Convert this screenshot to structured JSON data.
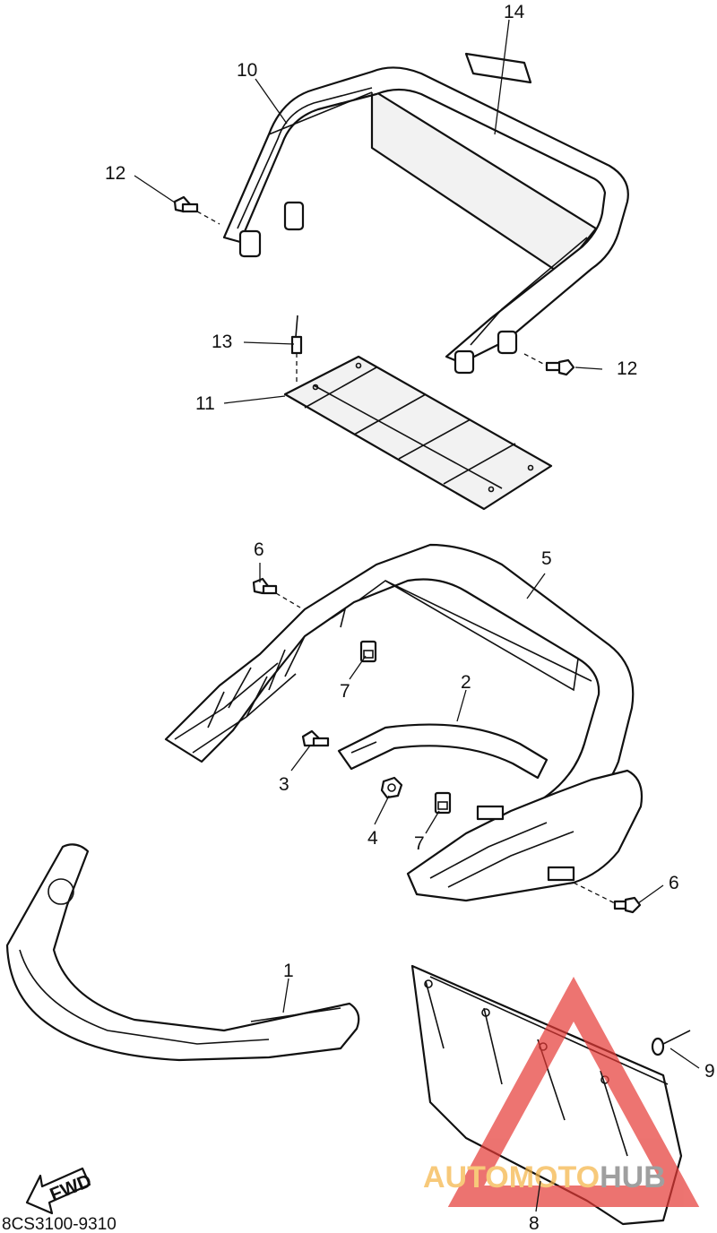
{
  "diagram": {
    "labels": {
      "p1": "1",
      "p2": "2",
      "p3": "3",
      "p4": "4",
      "p5": "5",
      "p6a": "6",
      "p6b": "6",
      "p7a": "7",
      "p7b": "7",
      "p8": "8",
      "p9": "9",
      "p10": "10",
      "p11": "11",
      "p12a": "12",
      "p12b": "12",
      "p13": "13",
      "p14": "14"
    },
    "fwd_arrow": "FWD",
    "diagram_code": "8CS3100-9310"
  },
  "watermark": {
    "text_auto": "AUTO",
    "text_moto": "MOTO",
    "text_hub": "HUB",
    "colors": {
      "auto": "#f5b342",
      "moto": "#f5b342",
      "hub": "#777777",
      "triangle": "#e53935"
    }
  }
}
